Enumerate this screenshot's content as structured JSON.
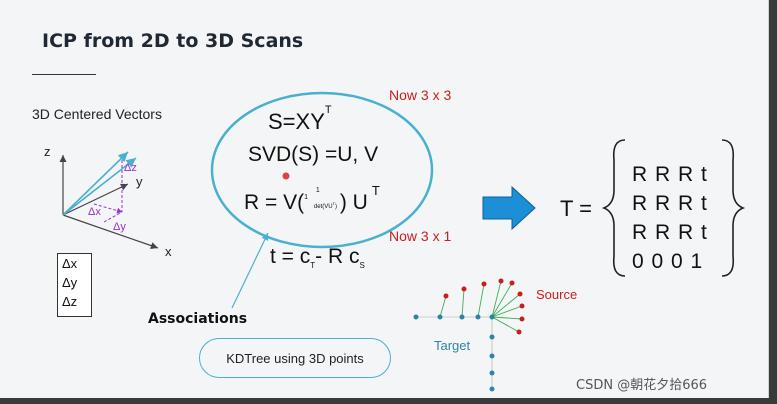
{
  "slide": {
    "title": "ICP from 2D to 3D Scans",
    "vectors_label": "3D Centered Vectors",
    "axes": {
      "z": "z",
      "y": "y",
      "x": "x"
    },
    "deltas": {
      "dz": "Δz",
      "dy": "Δy",
      "dx": "Δx"
    },
    "legend": [
      "Δx",
      "Δy",
      "Δz"
    ],
    "equations": {
      "s": "S=XY",
      "s_sup": "T",
      "svd": "SVD(S) =U, V",
      "r_prefix": "R = V(",
      "r_sup1": "1",
      "r_sup2": "1",
      "r_det": "det(VU",
      "r_det_sup": "T",
      "r_det_close": ")",
      "r_suffix": ") U",
      "r_sup": "T",
      "t_prefix": "t = c",
      "t_sub1": "T",
      "t_mid": "- R c",
      "t_sub2": "S"
    },
    "notes": {
      "now1": "Now 3 x 3",
      "now2": "Now 3 x 1"
    },
    "associations": "Associations",
    "kdtree": "KDTree using 3D points",
    "transform_lhs": "T =",
    "matrix_rows": [
      "R R R t",
      "R R R t",
      "R R R t",
      "0 0 0 1"
    ],
    "source_label": "Source",
    "target_label": "Target"
  },
  "watermark": "CSDN @朝花夕拾666",
  "colors": {
    "accent": "#4ab0cf",
    "arrow": "#1d8fd6",
    "red": "#c81e1e",
    "purple": "#9b30c7",
    "target_dot": "#2a86a8"
  }
}
